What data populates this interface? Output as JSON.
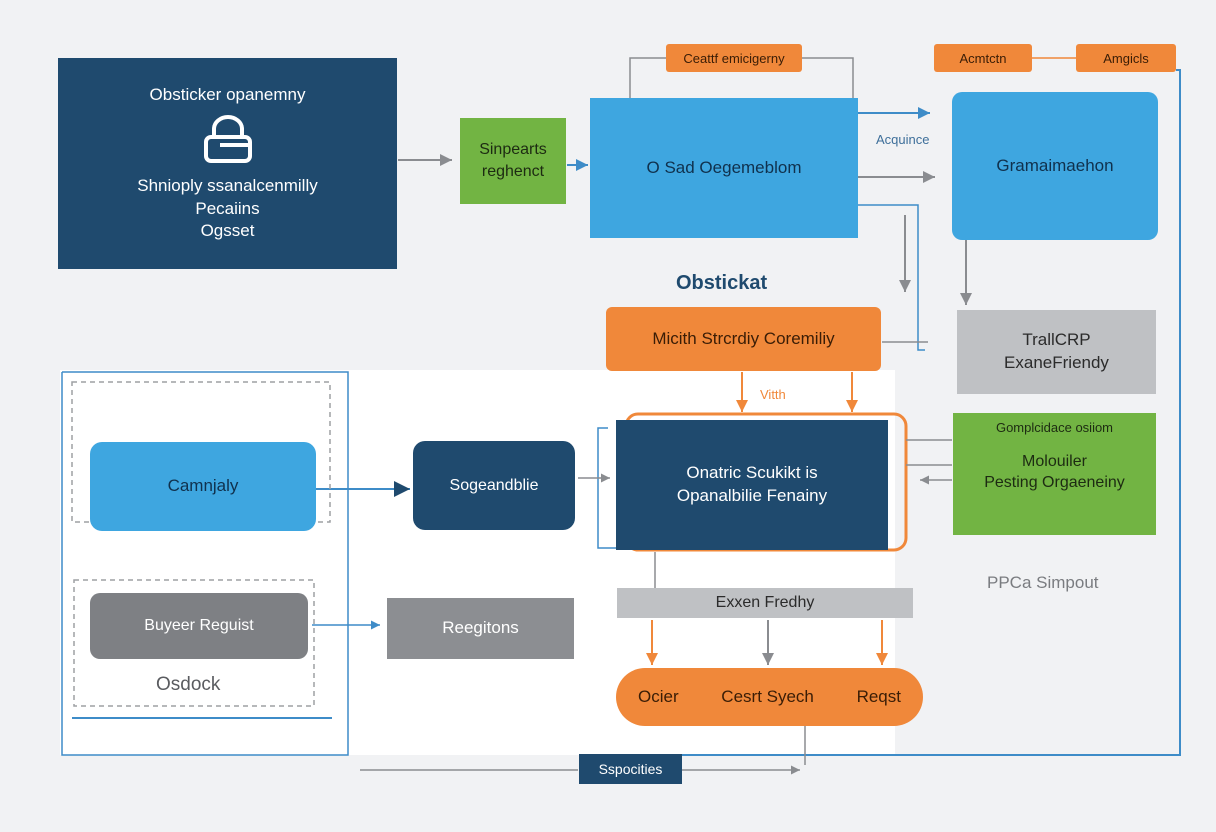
{
  "top_left_card": {
    "title": "Obsticker opanemny",
    "line1": "Shnioply ssanalcenmilly",
    "line2": "Pecaiins",
    "line3": "Ogsset"
  },
  "support_box": {
    "line1": "Sinpearts",
    "line2": "reghenct"
  },
  "main_blue_box": {
    "label": "O Sad Oegemeblom"
  },
  "top_tag_center": {
    "label": "Ceattf emicigerny"
  },
  "top_tag_right_a": {
    "label": "Acmtctn"
  },
  "top_tag_right_b": {
    "label": "Amgicls"
  },
  "acquire_label": {
    "text": "Acquince"
  },
  "right_blue_box": {
    "label": "Gramaimaehon"
  },
  "obsticket_heading": {
    "text": "Obstickat"
  },
  "orange_wide_box": {
    "label": "Micith Strcrdiy Coremiliy"
  },
  "right_gray_box": {
    "line1": "TrallCRP",
    "line2": "ExaneFriendy"
  },
  "with_label": {
    "text": "Vitth"
  },
  "center_navy_box": {
    "line1": "Onatric Scukikt is",
    "line2": "Opanalbilie Fenainy"
  },
  "green_right_box": {
    "header": "Gomplcidace osiiom",
    "line1": "Molouiler",
    "line2": "Pesting Orgaeneiny"
  },
  "community_box": {
    "label": "Camnjaly"
  },
  "sogeandblie_box": {
    "label": "Sogeandblie"
  },
  "buyer_request_box": {
    "label": "Buyeer Reguist"
  },
  "osdock_label": {
    "text": "Osdock"
  },
  "regutions_box": {
    "label": "Reegitons"
  },
  "exen_fredhy_bar": {
    "label": "Exxen Fredhy"
  },
  "ppca_label": {
    "text": "PPCa Simpout"
  },
  "orange_pill": {
    "left": "Ocier",
    "middle": "Cesrt Syech",
    "right": "Reqst"
  },
  "specifics_tag": {
    "label": "Sspocities"
  },
  "colors": {
    "navy": "#1f4a6e",
    "blue": "#3ea6e0",
    "green": "#72b443",
    "orange": "#f0883a",
    "gray": "#8a8c90"
  }
}
